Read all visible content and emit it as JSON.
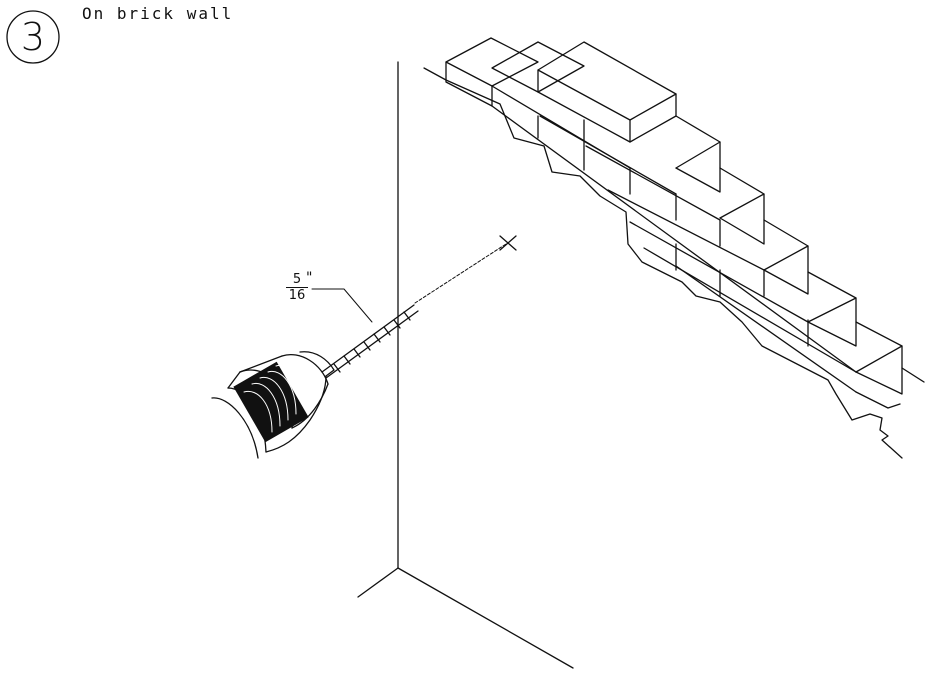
{
  "step": {
    "number": "3",
    "title": "On brick wall"
  },
  "drill_bit_size": {
    "numerator": "5",
    "denominator": "16",
    "unit": "\""
  },
  "icons": {
    "step_badge": "circled-number-icon",
    "target_mark": "cross-mark-icon",
    "drill": "drill-chuck-icon",
    "wall": "brick-wall-icon"
  }
}
